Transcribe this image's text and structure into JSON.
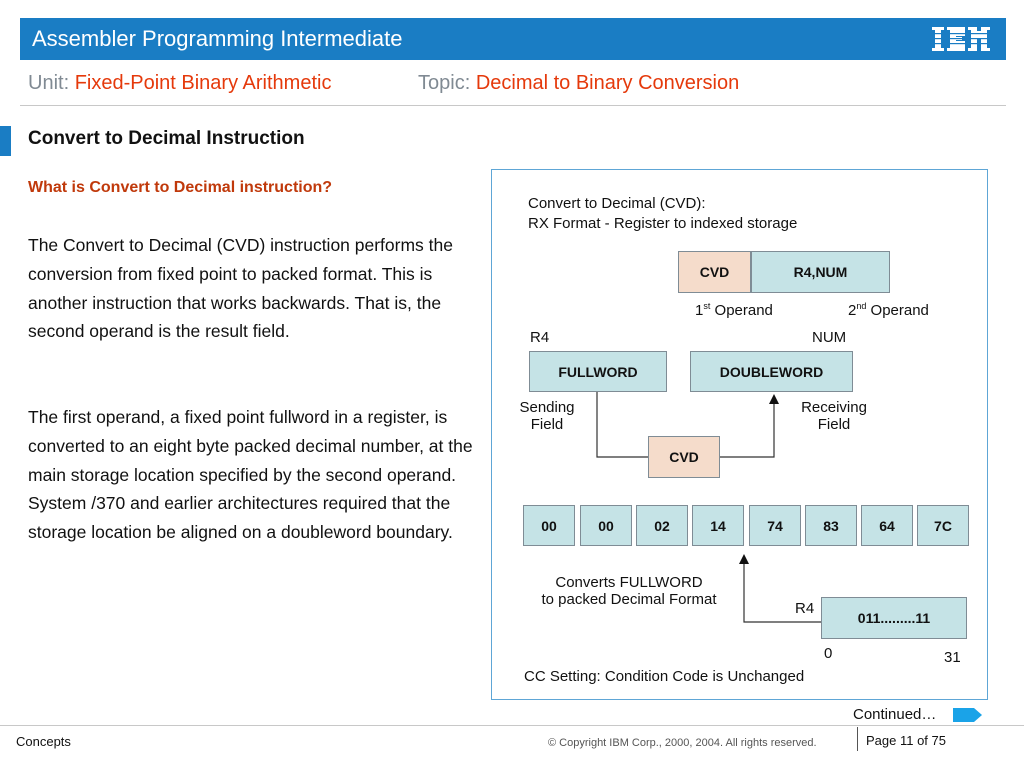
{
  "header": {
    "title": "Assembler Programming Intermediate",
    "logo_text": "IBM",
    "color": "#1a7dc4"
  },
  "subheader": {
    "unit_label": "Unit:",
    "unit_value": "Fixed-Point Binary Arithmetic",
    "topic_label": "Topic:",
    "topic_value": "Decimal to Binary Conversion"
  },
  "slide": {
    "title": "Convert to Decimal Instruction",
    "question": "What is Convert to Decimal instruction?",
    "paragraphs": [
      "The Convert to Decimal (CVD) instruction performs the conversion from fixed point to packed format. This is another instruction that works backwards. That is, the second operand is the result field.",
      "The first operand, a fixed point fullword in a register, is converted to an eight byte packed decimal number, at the main storage location specified by the second operand. System /370 and earlier architectures required that the storage location be aligned on a doubleword boundary."
    ]
  },
  "diagram": {
    "heading_line1": "Convert to Decimal (CVD):",
    "heading_line2": "RX Format - Register to indexed storage",
    "instr_op": "CVD",
    "instr_operands": "R4,NUM",
    "first_operand_num": "1",
    "first_operand_sup": "st",
    "first_operand_text": " Operand",
    "second_operand_num": "2",
    "second_operand_sup": "nd",
    "second_operand_text": " Operand",
    "r4_label": "R4",
    "num_label": "NUM",
    "fullword": "FULLWORD",
    "doubleword": "DOUBLEWORD",
    "sending_line1": "Sending",
    "sending_line2": "Field",
    "receiving_line1": "Receiving",
    "receiving_line2": "Field",
    "cvd_box": "CVD",
    "bytes": [
      "00",
      "00",
      "02",
      "14",
      "74",
      "83",
      "64",
      "7C"
    ],
    "converts_line1": "Converts FULLWORD",
    "converts_line2": "to packed Decimal Format",
    "r4_label2": "R4",
    "register_bits": "011.........11",
    "bit_start": "0",
    "bit_end": "31",
    "cc_setting": "CC Setting: Condition Code is Unchanged",
    "colors": {
      "teal": "#c5e3e6",
      "peach": "#f5dccb",
      "border": "#5ea6d6"
    }
  },
  "footer": {
    "continued": "Continued…",
    "left": "Concepts",
    "copyright": "© Copyright IBM Corp., 2000, 2004. All rights reserved.",
    "page": "Page 11 of 75"
  }
}
